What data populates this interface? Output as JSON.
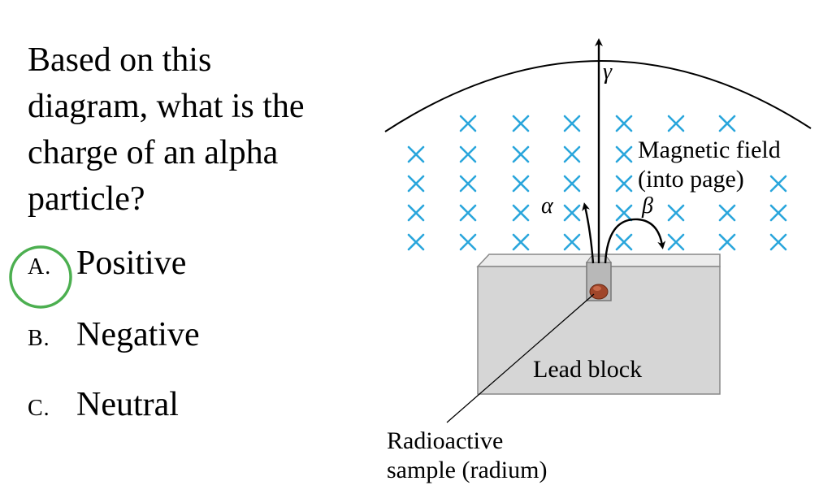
{
  "question": {
    "text": "Based on this diagram, what is the charge of an alpha particle?"
  },
  "options": [
    {
      "letter": "A.",
      "text": "Positive",
      "selected": true
    },
    {
      "letter": "B.",
      "text": "Negative",
      "selected": false
    },
    {
      "letter": "C.",
      "text": "Neutral",
      "selected": false
    }
  ],
  "diagram": {
    "gamma_label": "γ",
    "alpha_label": "α",
    "beta_label": "β",
    "field_label_line1": "Magnetic field",
    "field_label_line2": "(into page)",
    "block_label": "Lead block",
    "sample_label_line1": "Radioactive",
    "sample_label_line2": "sample (radium)",
    "field_mark": "×"
  },
  "colors": {
    "field_marks": "#2aa6dc",
    "selection_circle": "#4caf50",
    "lead_block": "#d6d6d6",
    "sample": "#a0462a"
  }
}
